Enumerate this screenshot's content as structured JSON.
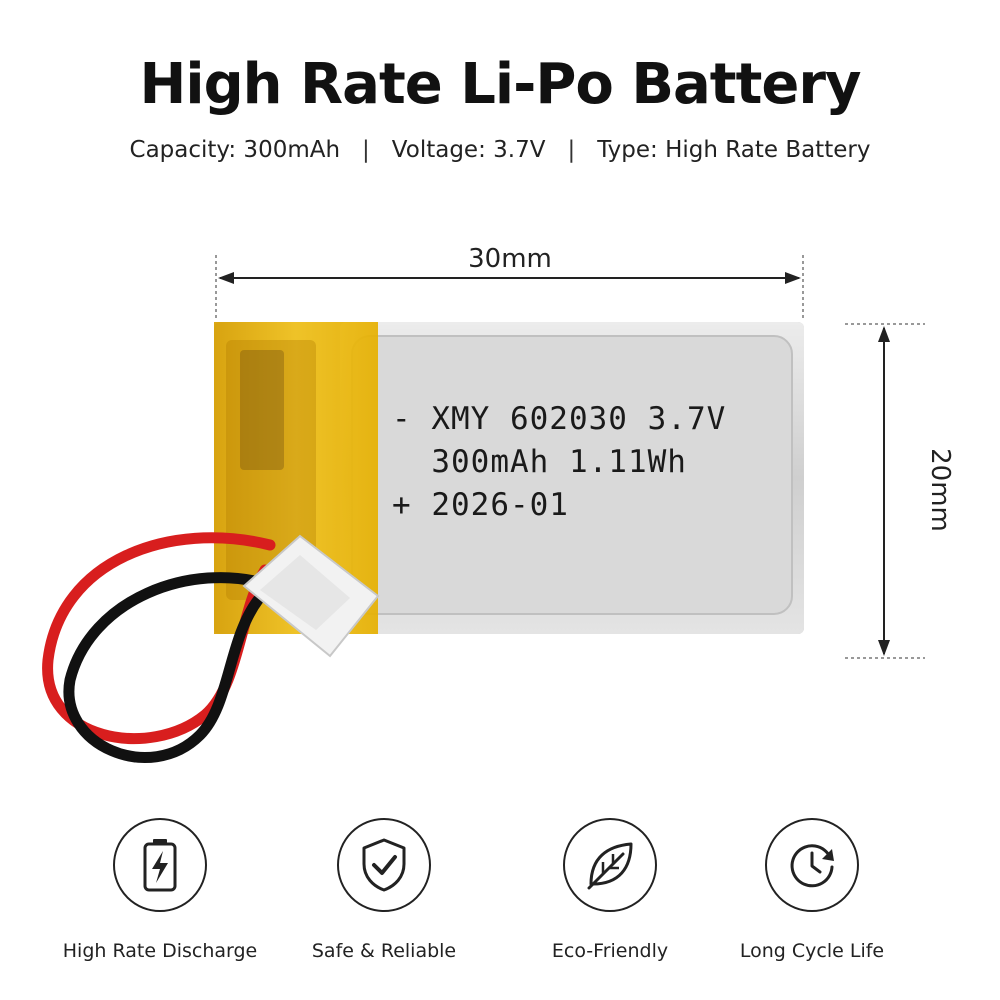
{
  "header": {
    "title": "High Rate Li-Po Battery",
    "specs": [
      "Capacity:  300mAh",
      "Voltage:  3.7V",
      "Type: High Rate Battery"
    ],
    "separator": "|"
  },
  "dimensions": {
    "width_label": "30mm",
    "height_label": "20mm"
  },
  "battery": {
    "label_lines": [
      "- XMY 602030 3.7V",
      "  300mAh 1.11Wh",
      "+ 2026-01"
    ],
    "colors": {
      "foil": "#d6d6d6",
      "tape": "#e8b400",
      "red_wire": "#d81e1e",
      "black_wire": "#111111",
      "connector": "#f2f2f2"
    }
  },
  "features": [
    {
      "icon": "battery-bolt-icon",
      "label": "High Rate Discharge"
    },
    {
      "icon": "shield-check-icon",
      "label": "Safe & Reliable"
    },
    {
      "icon": "leaf-icon",
      "label": "Eco-Friendly"
    },
    {
      "icon": "clock-arrow-icon",
      "label": "Long Cycle Life"
    }
  ]
}
